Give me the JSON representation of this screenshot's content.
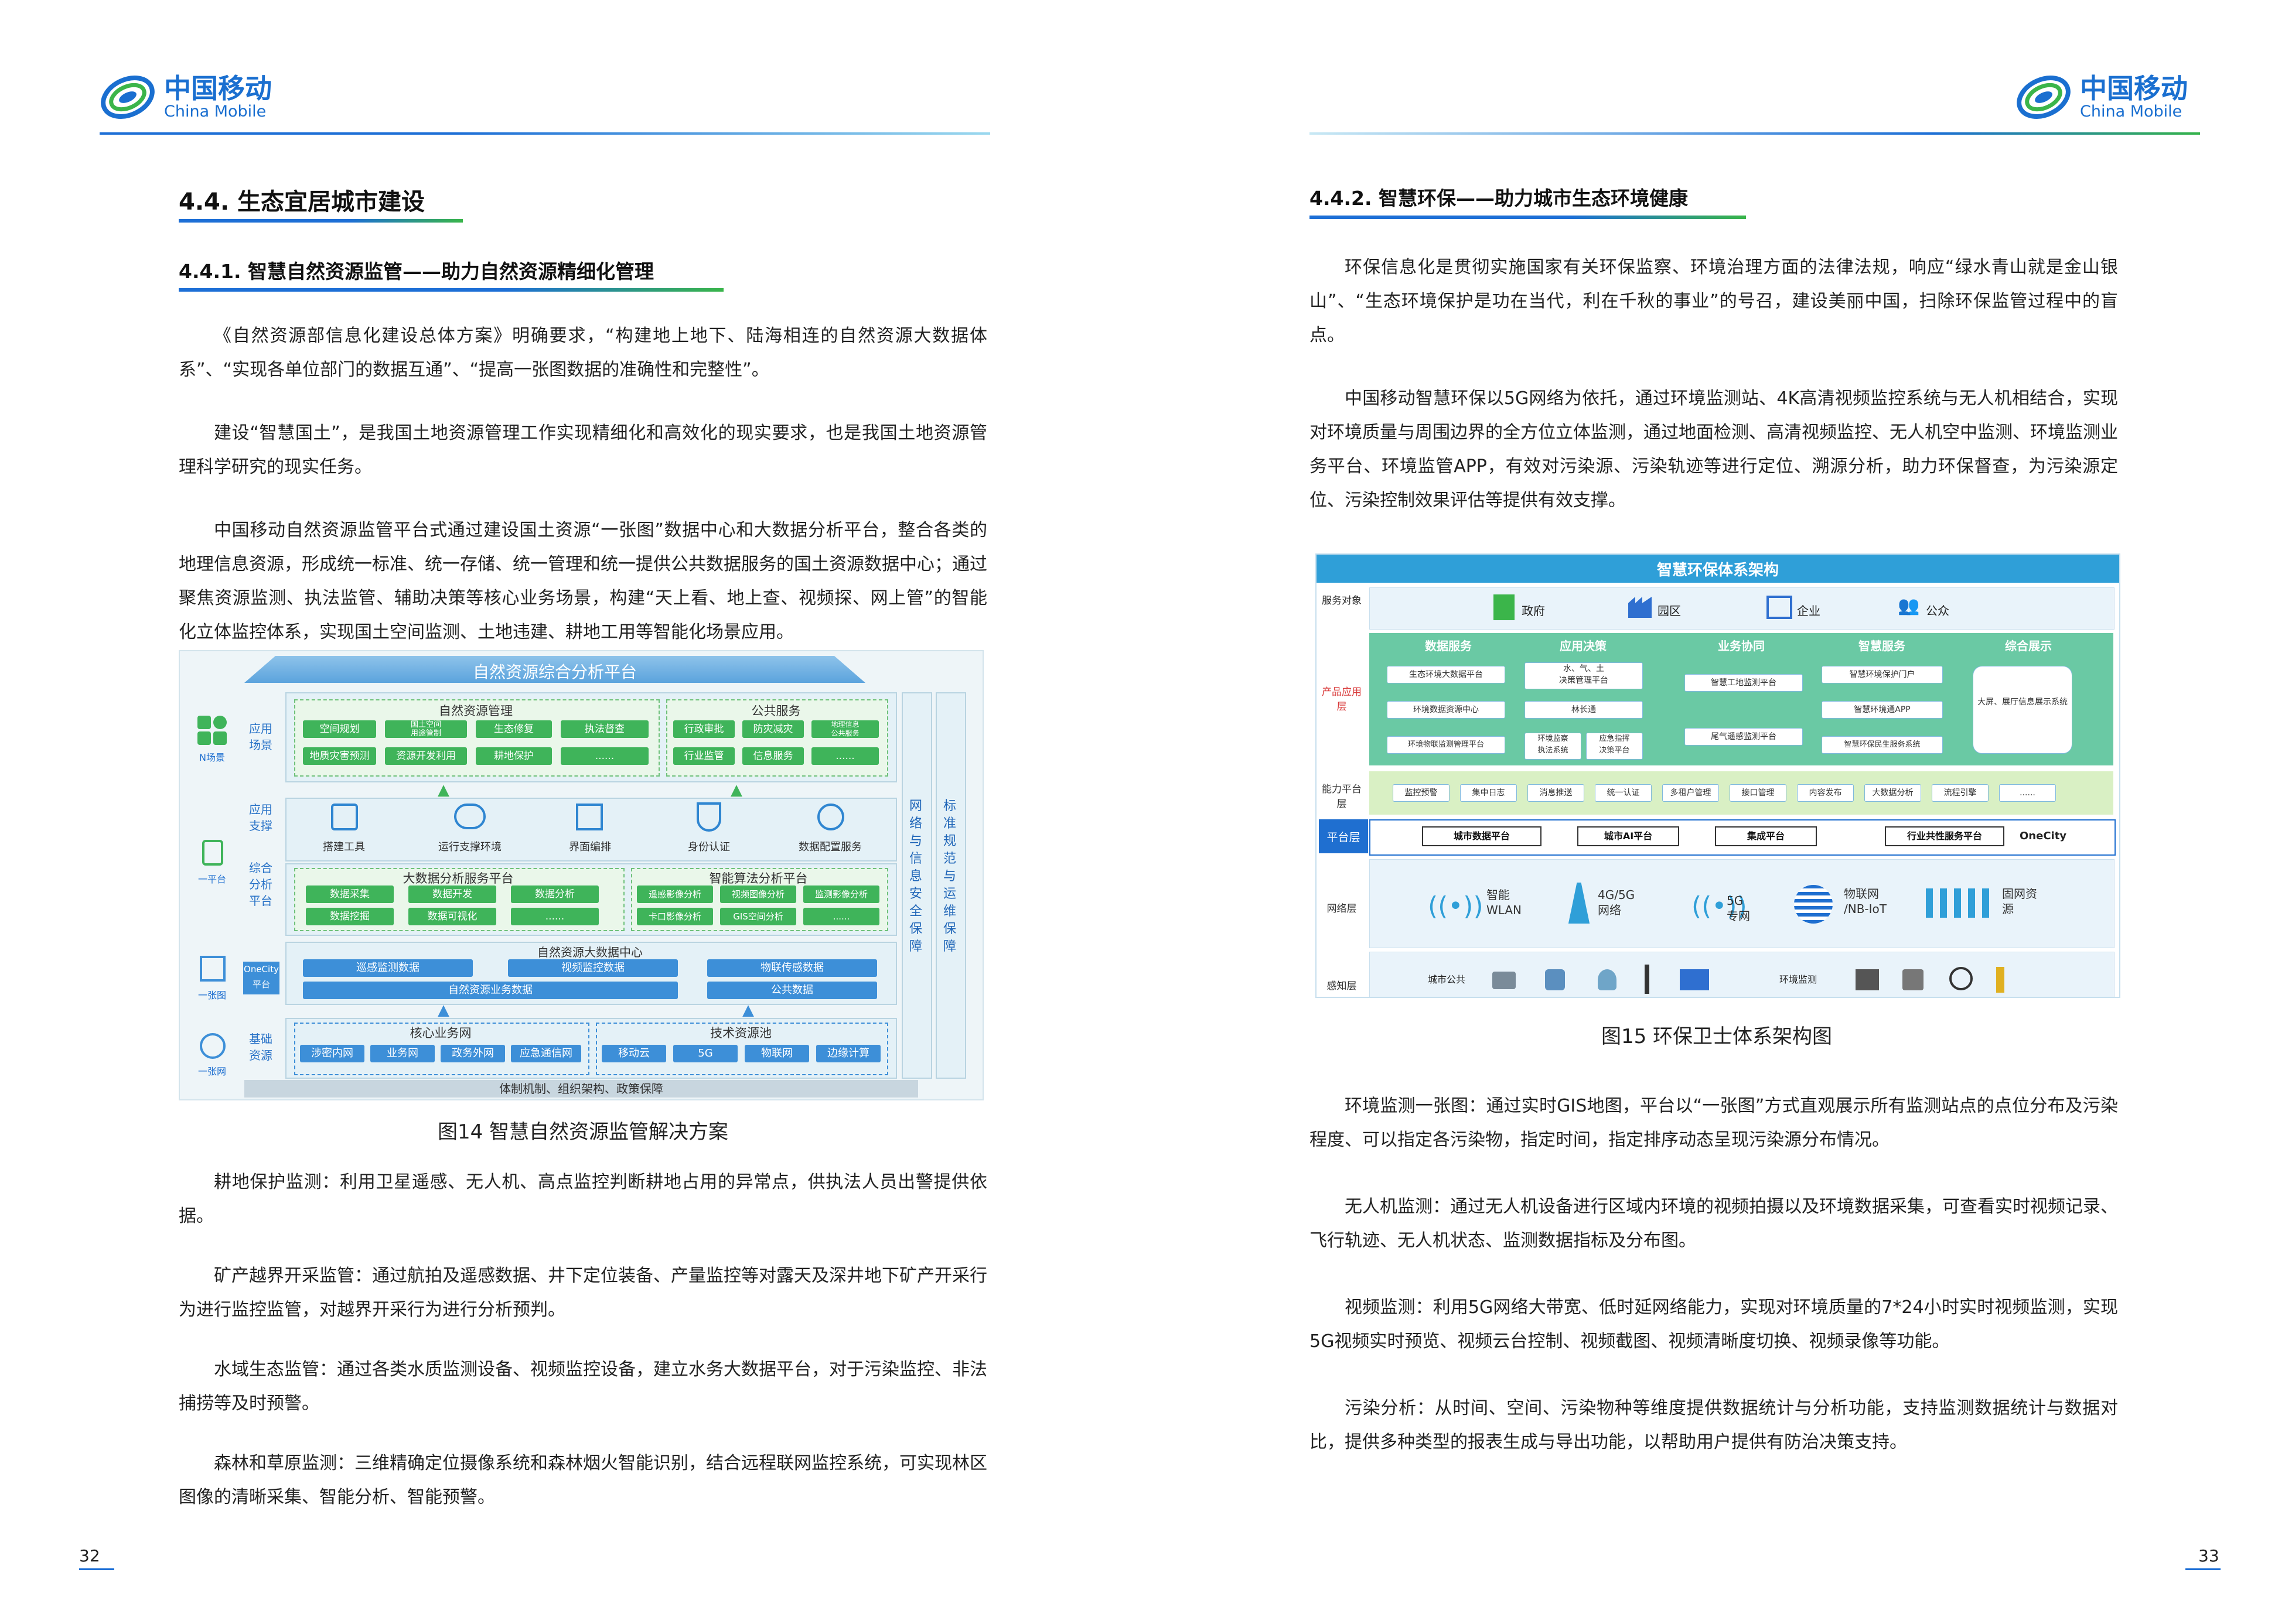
{
  "brand": {
    "cn": "中国移动",
    "en": "China Mobile"
  },
  "left": {
    "h1": "4.4.  生态宜居城市建设",
    "h2": "4.4.1. 智慧自然资源监管——助力自然资源精细化管理",
    "paras": [
      "《自然资源部信息化建设总体方案》明确要求，“构建地上地下、陆海相连的自然资源大数据体系”、“实现各单位部门的数据互通”、“提高一张图数据的准确性和完整性”。",
      "建设“智慧国土”，是我国土地资源管理工作实现精细化和高效化的现实要求，也是我国土地资源管理科学研究的现实任务。",
      "中国移动自然资源监管平台式通过建设国土资源“一张图”数据中心和大数据分析平台，整合各类的地理信息资源，形成统一标准、统一存储、统一管理和统一提供公共数据服务的国土资源数据中心；通过聚焦资源监测、执法监管、辅助决策等核心业务场景，构建“天上看、地上查、视频探、网上管”的智能化立体监控体系，实现国土空间监测、土地违建、耕地工用等智能化场景应用。"
    ],
    "caption": "图14  智慧自然资源监管解决方案",
    "paras2": [
      "耕地保护监测：利用卫星遥感、无人机、高点监控判断耕地占用的异常点，供执法人员出警提供依据。",
      "矿产越界开采监管：通过航拍及遥感数据、井下定位装备、产量监控等对露天及深井地下矿产开采行为进行监控监管，对越界开采行为进行分析预判。",
      "水域生态监管：通过各类水质监测设备、视频监控设备，建立水务大数据平台，对于污染监控、非法捕捞等及时预警。",
      "森林和草原监测：三维精确定位摄像系统和森林烟火智能识别，结合远程联网监控系统，可实现林区图像的清晰采集、智能分析、智能预警。"
    ],
    "page": "32"
  },
  "fig14": {
    "top": "自然资源综合分析平台",
    "rows": [
      {
        "label": "应用\n场景",
        "side": "N场景"
      },
      {
        "label": "应用\n支撑",
        "side": "一平台"
      },
      {
        "label": "综合\n分析\n平台",
        "side": ""
      },
      {
        "label": "",
        "side": "一张图"
      },
      {
        "label": "基础\n资源",
        "side": "一张网"
      }
    ],
    "g1": {
      "title": "自然资源管理",
      "chips": [
        "空间规划",
        "国土空间\n用途管制",
        "生态修复",
        "执法督查",
        "地质灾害预测",
        "资源开发利用",
        "耕地保护",
        "......"
      ]
    },
    "g2": {
      "title": "公共服务",
      "chips": [
        "行政审批",
        "防灾减灾",
        "地理信息\n公共服务",
        "行业监管",
        "信息服务",
        "......"
      ]
    },
    "support": [
      "搭建工具",
      "运行支撑环境",
      "界面编排",
      "身份认证",
      "数据配置服务"
    ],
    "g3": {
      "title": "大数据分析服务平台",
      "chips": [
        "数据采集",
        "数据开发",
        "数据分析",
        "数据挖掘",
        "数据可视化",
        "......"
      ]
    },
    "g4": {
      "title": "智能算法分析平台",
      "chips": [
        "遥感影像分析",
        "视频图像分析",
        "监测影像分析",
        "卡口影像分析",
        "GIS空间分析",
        "......"
      ]
    },
    "center": {
      "title": "自然资源大数据中心",
      "tag": "OneCity\n平台",
      "chips": [
        "巡感监测数据",
        "视频监控数据",
        "物联传感数据",
        "自然资源业务数据",
        "公共数据"
      ]
    },
    "infra": {
      "g1": "核心业务网",
      "g2": "技术资源池",
      "chips": [
        "涉密内网",
        "业务网",
        "政务外网",
        "应急通信网",
        "移动云",
        "5G",
        "物联网",
        "边缘计算"
      ]
    },
    "bottom": "体制机制、组织架构、政策保障",
    "v1": "网络与信息安全保障",
    "v2": "标准规范与运维保障"
  },
  "right": {
    "h2": "4.4.2. 智慧环保——助力城市生态环境健康",
    "paras": [
      "环保信息化是贯彻实施国家有关环保监察、环境治理方面的法律法规，响应“绿水青山就是金山银山”、“生态环境保护是功在当代，利在千秋的事业”的号召，建设美丽中国，扫除环保监管过程中的盲点。",
      "中国移动智慧环保以5G网络为依托，通过环境监测站、4K高清视频监控系统与无人机相结合，实现对环境质量与周围边界的全方位立体监测，通过地面检测、高清视频监控、无人机空中监测、环境监测业务平台、环境监管APP，有效对污染源、污染轨迹等进行定位、溯源分析，助力环保督查，为污染源定位、污染控制效果评估等提供有效支撑。"
    ],
    "caption": "图15  环保卫士体系架构图",
    "paras2": [
      "环境监测一张图：通过实时GIS地图，平台以“一张图”方式直观展示所有监测站点的点位分布及污染程度、可以指定各污染物，指定时间，指定排序动态呈现污染源分布情况。",
      "无人机监测：通过无人机设备进行区域内环境的视频拍摄以及环境数据采集，可查看实时视频记录、飞行轨迹、无人机状态、监测数据指标及分布图。",
      "视频监测：利用5G网络大带宽、低时延网络能力，实现对环境质量的7*24小时实时视频监测，实现5G视频实时预览、视频云台控制、视频截图、视频清晰度切换、视频录像等功能。",
      "污染分析：从时间、空间、污染物种等维度提供数据统计与分析功能，支持监测数据统计与数据对比，提供多种类型的报表生成与导出功能，以帮助用户提供有防治决策支持。"
    ],
    "page": "33"
  },
  "fig15": {
    "title": "智慧环保体系架构",
    "service_label": "服务对象",
    "service": [
      "政府",
      "园区",
      "企业",
      "公众"
    ],
    "product_label": "产品应用层",
    "cols": [
      {
        "h": "数据服务",
        "items": [
          "生态环境大数据平台",
          "环境数据资源中心",
          "环境物联监测管理平台"
        ]
      },
      {
        "h": "应用决策",
        "items": [
          "水、气、土\n决策管理平台",
          "林长通",
          "环境监察\n执法系统",
          "应急指挥\n决策平台"
        ]
      },
      {
        "h": "业务协同",
        "items": [
          "智慧工地监测平台",
          "尾气遥感监测平台"
        ]
      },
      {
        "h": "智慧服务",
        "items": [
          "智慧环境保护门户",
          "智慧环境通APP",
          "智慧环保民生服务系统"
        ]
      },
      {
        "h": "综合展示",
        "items": [
          "大屏、展厅信息展示系统"
        ]
      }
    ],
    "ability_label": "能力平台层",
    "ability": [
      "监控预警",
      "集中日志",
      "消息推送",
      "统一认证",
      "多租户管理",
      "接口管理",
      "内容发布",
      "大数据分析",
      "流程引擎",
      "......"
    ],
    "platform_label": "平台层",
    "platform": [
      "城市数据平台",
      "城市AI平台",
      "集成平台",
      "行业共性服务平台",
      "OneCity"
    ],
    "network_label": "网络层",
    "network": [
      "智能\nWLAN",
      "4G/5G\n网络",
      "5G\n专网",
      "物联网\n/NB-IoT",
      "固网资\n源"
    ],
    "sense_label": "感知层",
    "sense": [
      "城市公共",
      "环境监测"
    ]
  }
}
